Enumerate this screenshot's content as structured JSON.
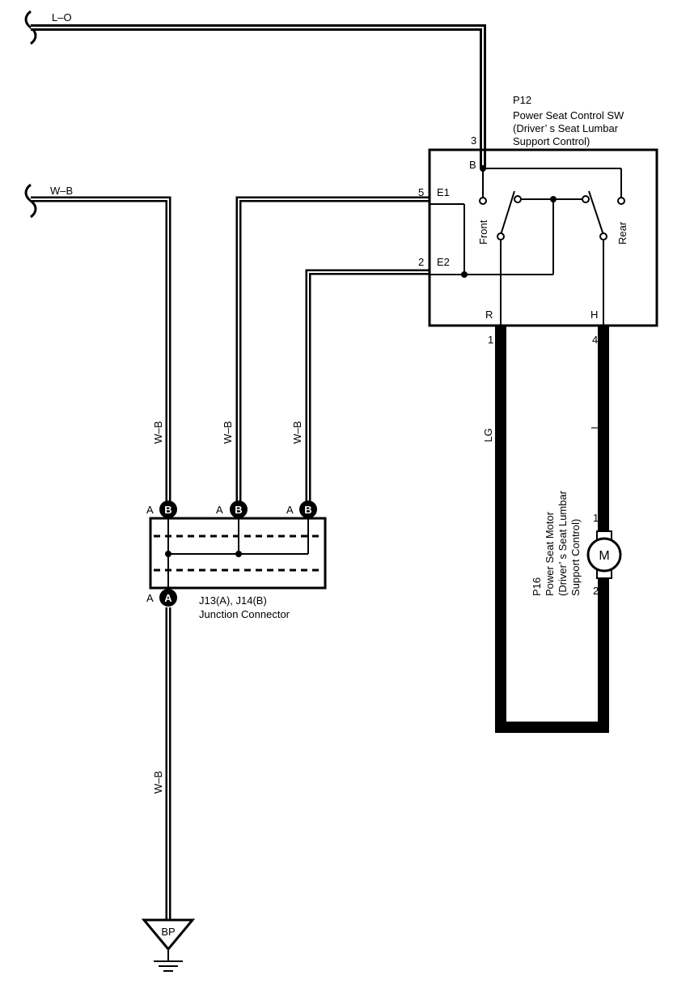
{
  "wires": {
    "top_label": "L–O",
    "ground_in_label": "W–B",
    "vertical_labels": [
      "W–B",
      "W–B",
      "W–B"
    ],
    "lower_label": "W–B",
    "motor_left_label": "LG",
    "motor_right_label": "L"
  },
  "switch": {
    "id": "P12",
    "name": "Power Seat Control SW",
    "desc_line1": "(Driver’ s Seat Lumbar",
    "desc_line2": " Support Control)",
    "pin_3": "3",
    "pin_5": "5",
    "pin_2": "2",
    "pin_1": "1",
    "pin_4": "4",
    "term_b": "B",
    "term_e1": "E1",
    "term_e2": "E2",
    "term_r": "R",
    "term_h": "H",
    "front_label": "Front",
    "rear_label": "Rear"
  },
  "connector": {
    "name_line1": "J13(A), J14(B)",
    "name_line2": "Junction Connector",
    "side_a": "A",
    "circle_b": "B",
    "circle_a": "A"
  },
  "motor": {
    "id": "P16",
    "name": "Power Seat Motor",
    "desc_line1": "(Driver’ s Seat Lumbar",
    "desc_line2": "Support Control)",
    "symbol": "M",
    "pin_1": "1",
    "pin_2": "2"
  },
  "ground": {
    "label": "BP"
  }
}
